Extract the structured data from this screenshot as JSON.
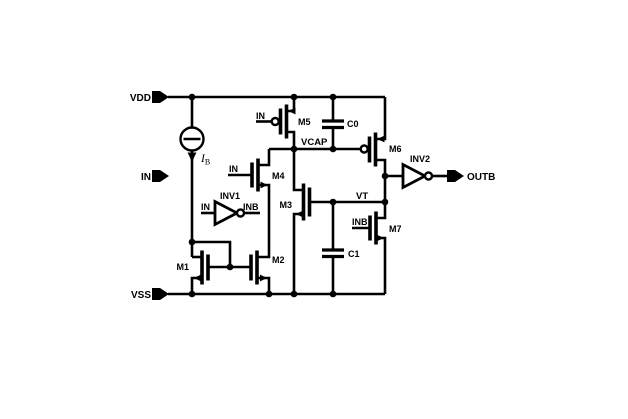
{
  "background": "#ffffff",
  "ink": "#000000",
  "ports": {
    "vdd": "VDD",
    "vss": "VSS",
    "in": "IN",
    "outb": "OUTB"
  },
  "net_names": {
    "vcap": "VCAP",
    "vt": "VT"
  },
  "transistors": {
    "m1": "M1",
    "m2": "M2",
    "m3": "M3",
    "m4": "M4",
    "m5": "M5",
    "m6": "M6",
    "m7": "M7"
  },
  "capacitors": {
    "c0": "C0",
    "c1": "C1"
  },
  "inverters": {
    "inv1": {
      "name": "INV1",
      "input": "IN",
      "output": "INB"
    },
    "inv2": {
      "name": "INV2"
    }
  },
  "gate_labels": {
    "m5": "IN",
    "m4": "IN",
    "m7": "INB"
  },
  "current_source": {
    "symbol": "I",
    "subscript": "B"
  }
}
